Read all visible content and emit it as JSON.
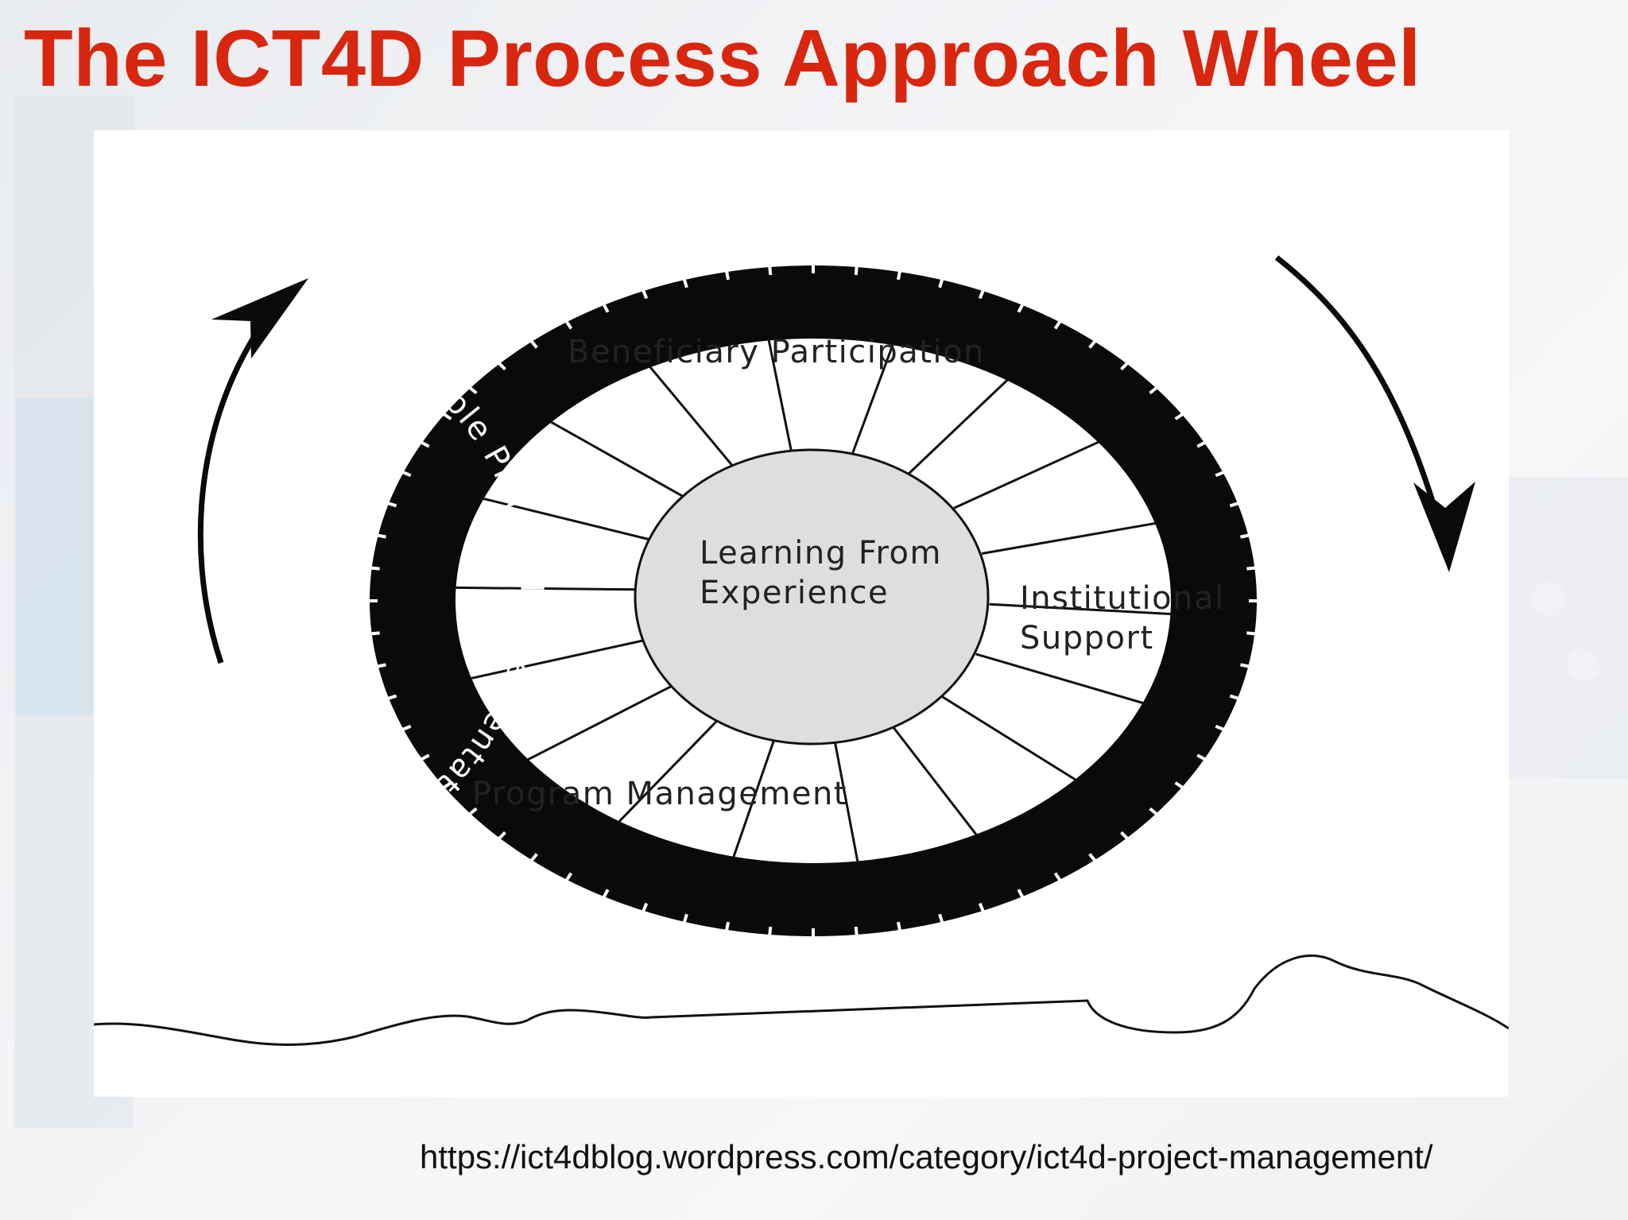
{
  "slide": {
    "title": "The ICT4D Process Approach Wheel",
    "source_url": "https://ict4dblog.wordpress.com/category/ict4d-project-management/"
  },
  "wheel": {
    "hub_label_line1": "Learning From",
    "hub_label_line2": "Experience",
    "segment_labels": {
      "top": "Beneficiary Participation",
      "right_line1": "Institutional",
      "right_line2": "Support",
      "bottom_left": "Program Management"
    },
    "tire_label": "Flexible Phased Implementation",
    "spoke_count": 18
  },
  "colors": {
    "title": "#d8260f",
    "tire": "#0a0a0a",
    "hub": "#dedede"
  },
  "icons": [
    "counterclockwise-arrow-icon",
    "clockwise-arrow-icon"
  ]
}
